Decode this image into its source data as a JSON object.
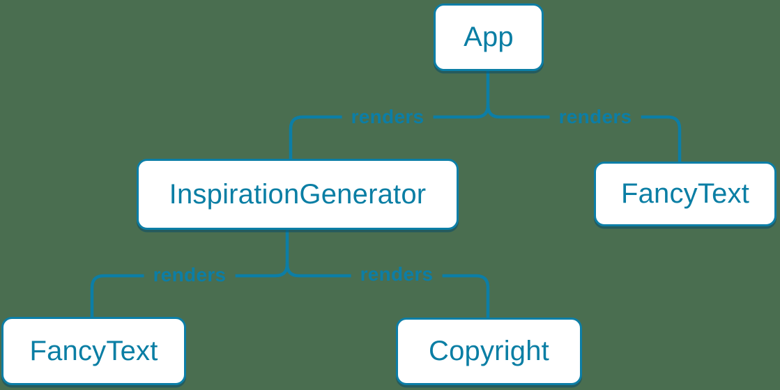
{
  "colors": {
    "background": "#4a6e50",
    "line": "#0c7ea6",
    "node_fill": "#ffffff",
    "node_text": "#0a7ea4",
    "node_shadow": "rgba(8,77,104,0.55)"
  },
  "nodes": [
    {
      "id": "app",
      "label": "App"
    },
    {
      "id": "inspiration-generator",
      "label": "InspirationGenerator"
    },
    {
      "id": "fancy-text-right",
      "label": "FancyText"
    },
    {
      "id": "fancy-text-left",
      "label": "FancyText"
    },
    {
      "id": "copyright",
      "label": "Copyright"
    }
  ],
  "edges": [
    {
      "from": "app",
      "to": "inspiration-generator",
      "label": "renders"
    },
    {
      "from": "app",
      "to": "fancy-text-right",
      "label": "renders"
    },
    {
      "from": "inspiration-generator",
      "to": "fancy-text-left",
      "label": "renders"
    },
    {
      "from": "inspiration-generator",
      "to": "copyright",
      "label": "renders"
    }
  ]
}
